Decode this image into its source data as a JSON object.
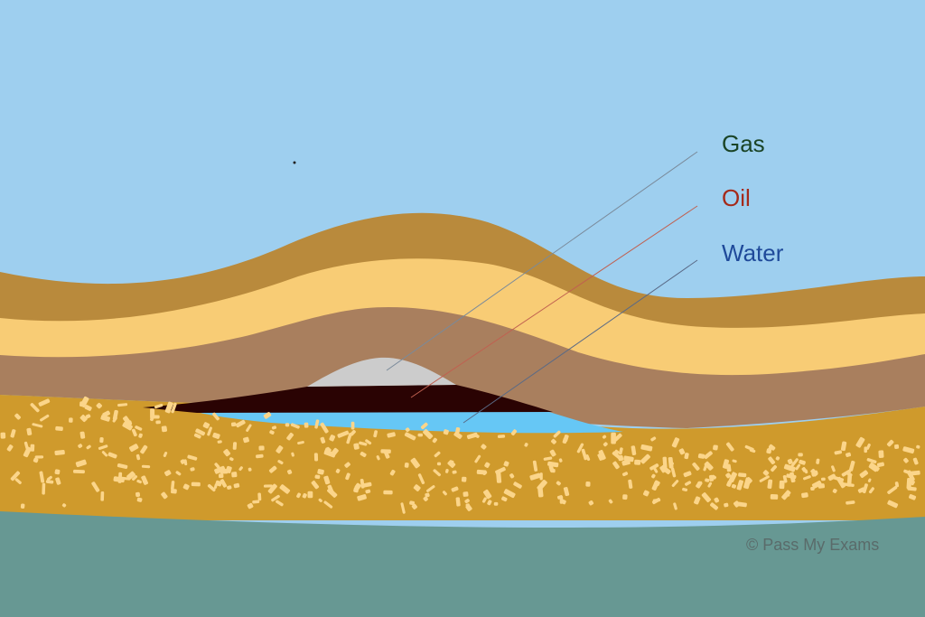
{
  "labels": {
    "gas": "Gas",
    "oil": "Oil",
    "water": "Water"
  },
  "copyright": "© Pass My Exams",
  "colors": {
    "sky": "#9ecfef",
    "upper_rock": "#b98a3c",
    "sandstone": "#f8cc75",
    "cap_rock": "#a97f5e",
    "gas": "#cccccc",
    "oil": "#2a0303",
    "water": "#66c7f5",
    "porous_rock": "#cf9a2c",
    "porous_flecks": "#fbd58a",
    "base_rock": "#679893",
    "gas_label": "#1a4426",
    "oil_label": "#a52a1a",
    "water_label": "#1f4a9a",
    "copyright": "#5a6b6a"
  }
}
